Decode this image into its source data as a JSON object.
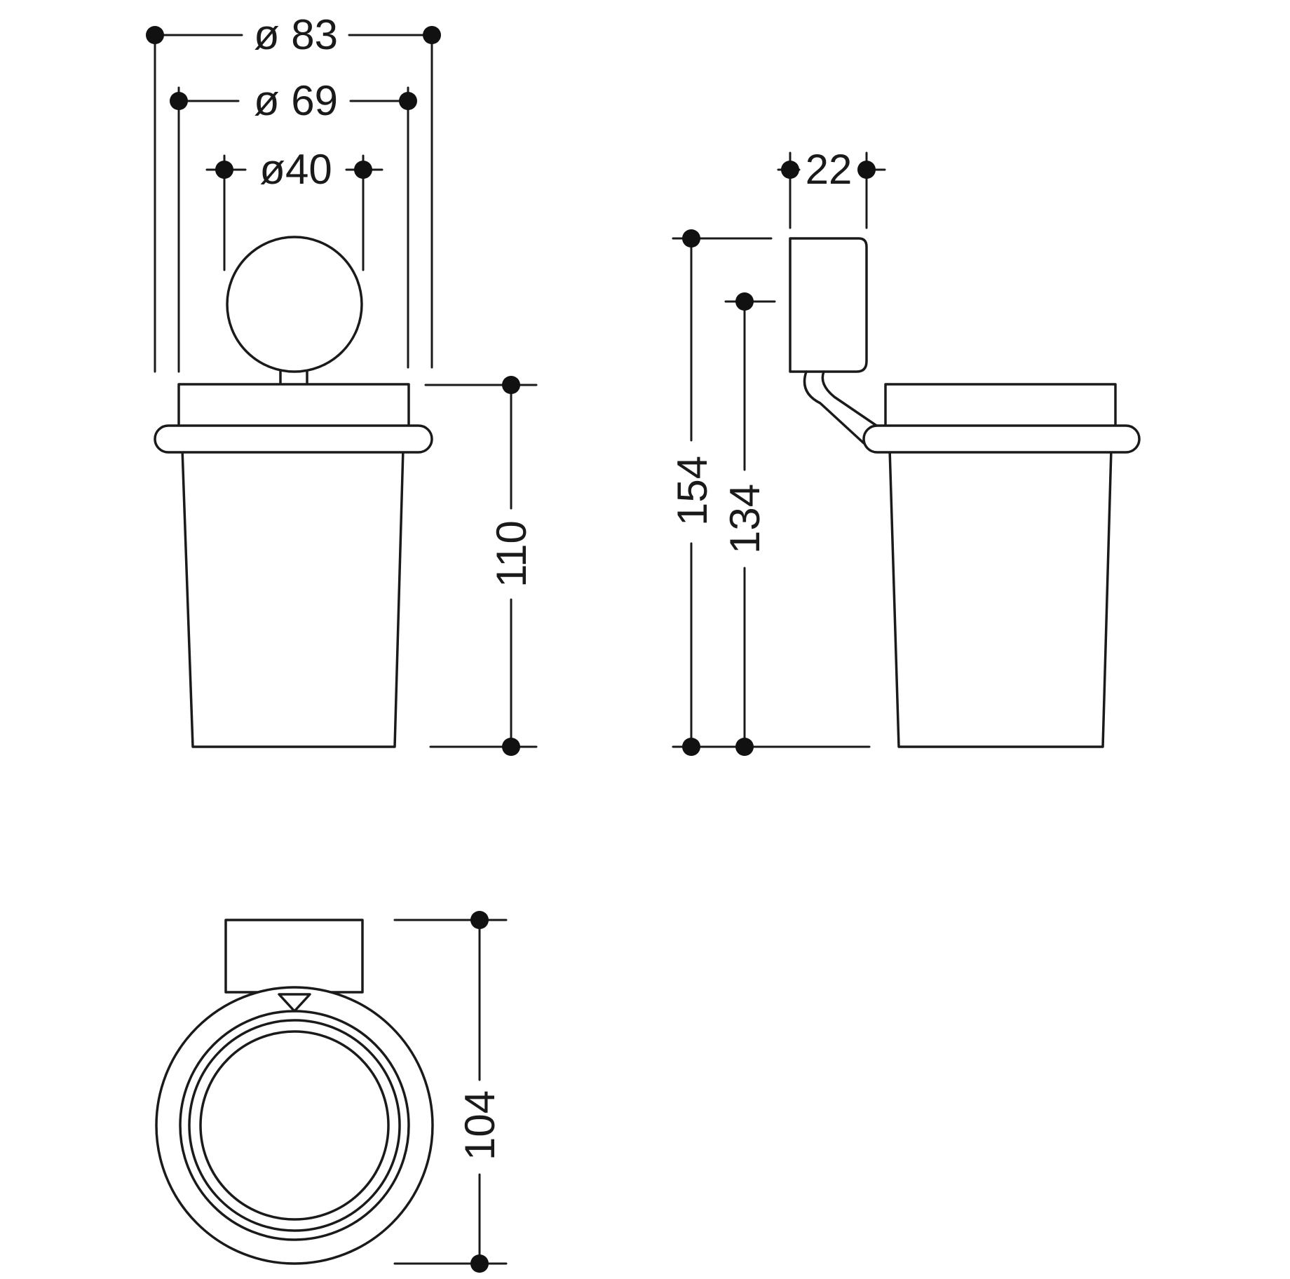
{
  "colors": {
    "line": "#1a1a1a",
    "dot": "#111111",
    "background": "#ffffff"
  },
  "dimensions": {
    "dia_83": "ø 83",
    "dia_69": "ø 69",
    "dia_40": "ø40",
    "height_110": "110",
    "width_22": "22",
    "height_154": "154",
    "height_134": "134",
    "depth_104": "104"
  }
}
